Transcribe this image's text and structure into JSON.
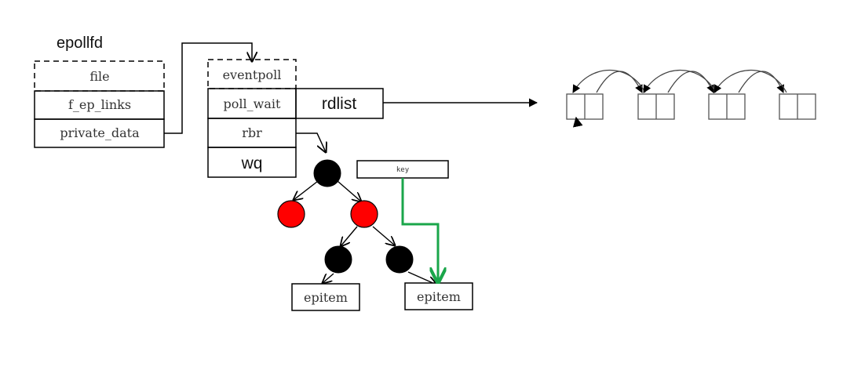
{
  "epollfd": {
    "title": "epollfd",
    "fields": [
      "file",
      "f_ep_links",
      "private_data"
    ]
  },
  "eventpoll": {
    "fields": [
      "eventpoll",
      "poll_wait",
      "rbr",
      "wq"
    ],
    "rdlist_label": "rdlist"
  },
  "rbtree": {
    "key_label": "key",
    "epitem_left": "epitem",
    "epitem_right": "epitem"
  },
  "colors": {
    "red_node": "#ff0000",
    "black_node": "#000000",
    "key_path": "#1aa64a"
  },
  "ready_list": {
    "node_count": 4
  }
}
